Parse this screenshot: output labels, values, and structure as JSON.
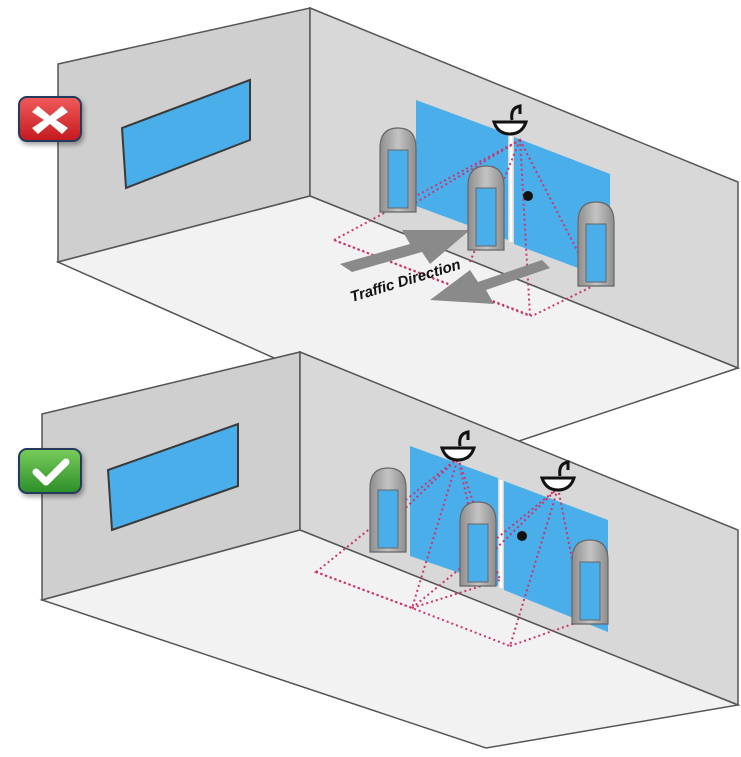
{
  "top_panel": {
    "status": "incorrect",
    "badge_icon": "x-mark-icon",
    "badge_color": "#d9262a",
    "traffic_label": "Traffic Direction"
  },
  "bottom_panel": {
    "status": "correct",
    "badge_icon": "check-mark-icon",
    "badge_color": "#3fa535"
  },
  "colors": {
    "wall": "#d2d2d2",
    "wall_edge": "#555555",
    "floor": "#f2f2f2",
    "glass": "#4aaeea",
    "coverage": "#c8366e",
    "pedestal": "#a6a6a6",
    "arrow": "#8a8a8a"
  }
}
